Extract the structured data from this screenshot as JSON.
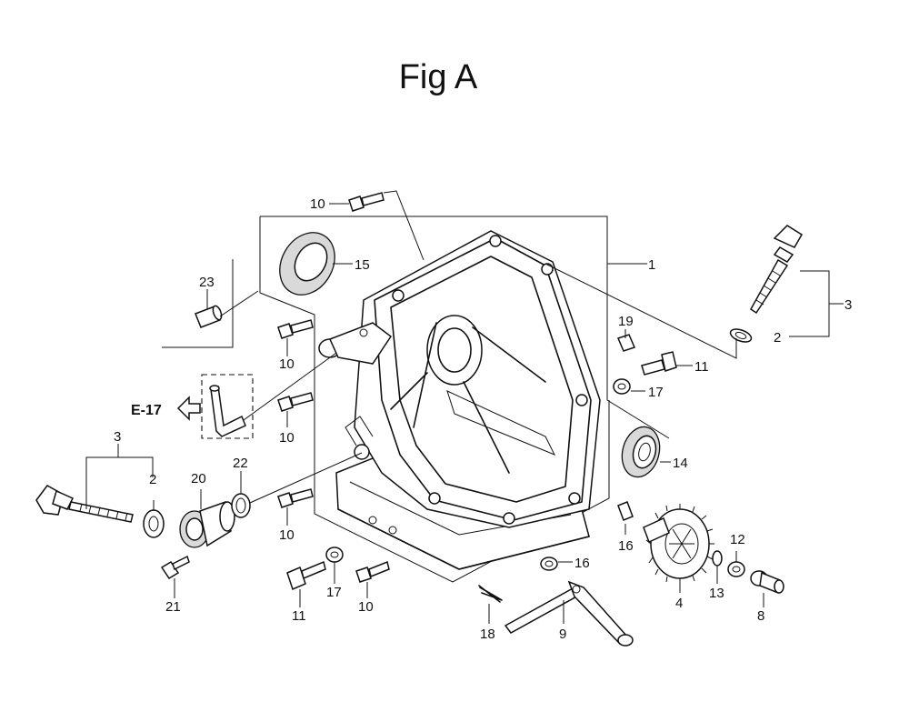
{
  "title": "Fig A",
  "reference": "E-17",
  "labels": {
    "l10_top": "10",
    "l15": "15",
    "l1": "1",
    "l3_right": "3",
    "l2_right": "2",
    "l23": "23",
    "l10_a": "10",
    "l19": "19",
    "l11_right": "11",
    "l17_right": "17",
    "l10_b": "10",
    "l14": "14",
    "l3_left": "3",
    "l2_left": "2",
    "l20": "20",
    "l22": "22",
    "l10_c": "10",
    "l16_right": "16",
    "l12": "12",
    "l21": "21",
    "l11_bottom": "11",
    "l17_bottom": "17",
    "l10_bottom": "10",
    "l16_center": "16",
    "l4": "4",
    "l13": "13",
    "l8": "8",
    "l18": "18",
    "l9": "9"
  }
}
